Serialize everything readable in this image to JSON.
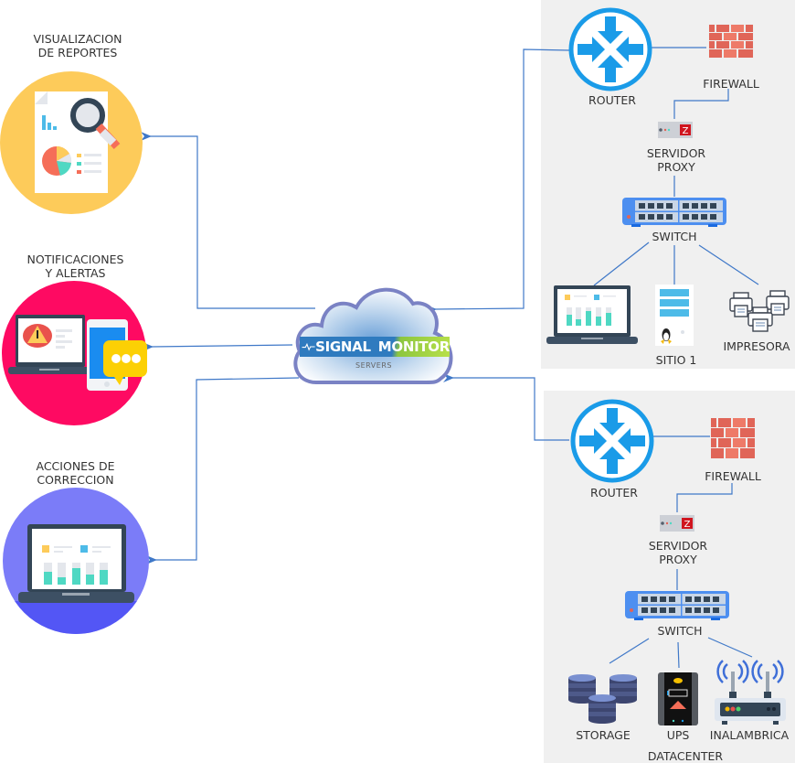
{
  "outputs": [
    {
      "id": "reports",
      "label": "VISUALIZACION\nDE REPORTES",
      "color": "#fdcb5a"
    },
    {
      "id": "alerts",
      "label": "NOTIFICACIONES\nY ALERTAS",
      "color": "#fe0a62"
    },
    {
      "id": "corrections",
      "label": "ACCIONES DE\nCORRECCION",
      "color": "#7b7cf8"
    }
  ],
  "cloud": {
    "brand_left": "SIGNAL",
    "brand_right": "MONITOR",
    "subtitle": "SERVERS",
    "icon": "heartbeat-icon"
  },
  "site1": {
    "router": "ROUTER",
    "firewall": "FIREWALL",
    "proxy": "SERVIDOR\nPROXY",
    "switch": "SWITCH",
    "devices": [
      {
        "icon": "laptop-dashboard-icon",
        "label": ""
      },
      {
        "icon": "linux-server-icon",
        "label": "SITIO 1"
      },
      {
        "icon": "printer-icon",
        "label": "IMPRESORA"
      }
    ]
  },
  "datacenter": {
    "title": "DATACENTER",
    "router": "ROUTER",
    "firewall": "FIREWALL",
    "proxy": "SERVIDOR\nPROXY",
    "switch": "SWITCH",
    "devices": [
      {
        "icon": "storage-icon",
        "label": "STORAGE"
      },
      {
        "icon": "ups-icon",
        "label": "UPS"
      },
      {
        "icon": "wireless-router-icon",
        "label": "INALAMBRICA"
      }
    ]
  },
  "colors": {
    "wire": "#3f78c8",
    "panel": "#f0f0f0",
    "router": "#1a9be8",
    "firewall": "#e06558",
    "switch": "#4d8ff0"
  }
}
